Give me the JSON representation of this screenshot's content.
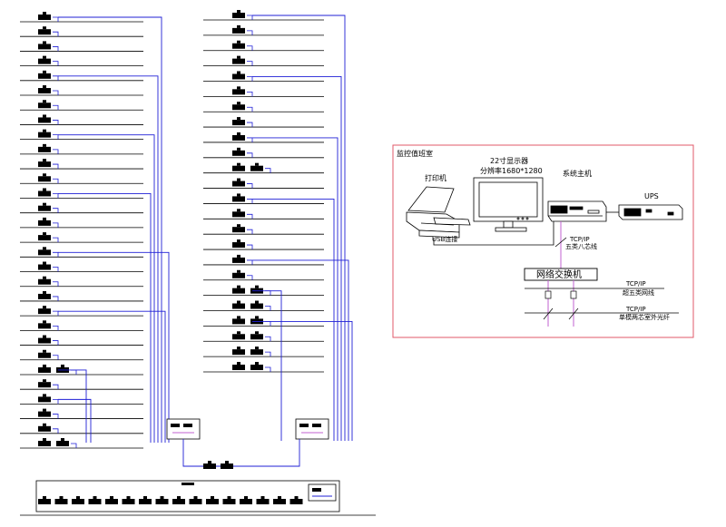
{
  "colors": {
    "floor_line": "#000000",
    "bus_line": "#1f1fd6",
    "room_border": "#e05a6a",
    "ip_line": "#c060d0",
    "equipment": "#000000"
  },
  "left_tower": {
    "floors": [
      {
        "devices": 1
      },
      {
        "devices": 1
      },
      {
        "devices": 1
      },
      {
        "devices": 1
      },
      {
        "devices": 1
      },
      {
        "devices": 1
      },
      {
        "devices": 1
      },
      {
        "devices": 1
      },
      {
        "devices": 1
      },
      {
        "devices": 1
      },
      {
        "devices": 1
      },
      {
        "devices": 1
      },
      {
        "devices": 1
      },
      {
        "devices": 1
      },
      {
        "devices": 1
      },
      {
        "devices": 1
      },
      {
        "devices": 1
      },
      {
        "devices": 1
      },
      {
        "devices": 1
      },
      {
        "devices": 1
      },
      {
        "devices": 1
      },
      {
        "devices": 1
      },
      {
        "devices": 1
      },
      {
        "devices": 1
      },
      {
        "devices": 2
      },
      {
        "devices": 1
      },
      {
        "devices": 1
      },
      {
        "devices": 1
      },
      {
        "devices": 1
      },
      {
        "devices": 2
      }
    ]
  },
  "right_tower": {
    "floors": [
      {
        "devices": 1
      },
      {
        "devices": 1
      },
      {
        "devices": 1
      },
      {
        "devices": 1
      },
      {
        "devices": 1
      },
      {
        "devices": 1
      },
      {
        "devices": 1
      },
      {
        "devices": 1
      },
      {
        "devices": 1
      },
      {
        "devices": 1
      },
      {
        "devices": 2
      },
      {
        "devices": 1
      },
      {
        "devices": 1
      },
      {
        "devices": 1
      },
      {
        "devices": 1
      },
      {
        "devices": 1
      },
      {
        "devices": 1
      },
      {
        "devices": 1
      },
      {
        "devices": 2
      },
      {
        "devices": 2
      },
      {
        "devices": 2
      },
      {
        "devices": 2
      },
      {
        "devices": 2
      },
      {
        "devices": 2
      }
    ]
  },
  "podium": {
    "devices": 16
  },
  "control_room": {
    "title": "监控值班室",
    "printer_label": "打印机",
    "monitor_label_1": "22寸显示器",
    "monitor_label_2": "分辨率1680*1280",
    "host_label": "系统主机",
    "ups_label": "UPS",
    "usb_label": "USB连接",
    "tcpip_1": "TCP/IP",
    "cable_1": "五类八芯线",
    "switch_label": "网络交换机",
    "tcpip_2": "TCP/IP",
    "cable_2": "超五类网线",
    "tcpip_3": "TCP/IP",
    "cable_3": "单模两芯室外光纤"
  }
}
